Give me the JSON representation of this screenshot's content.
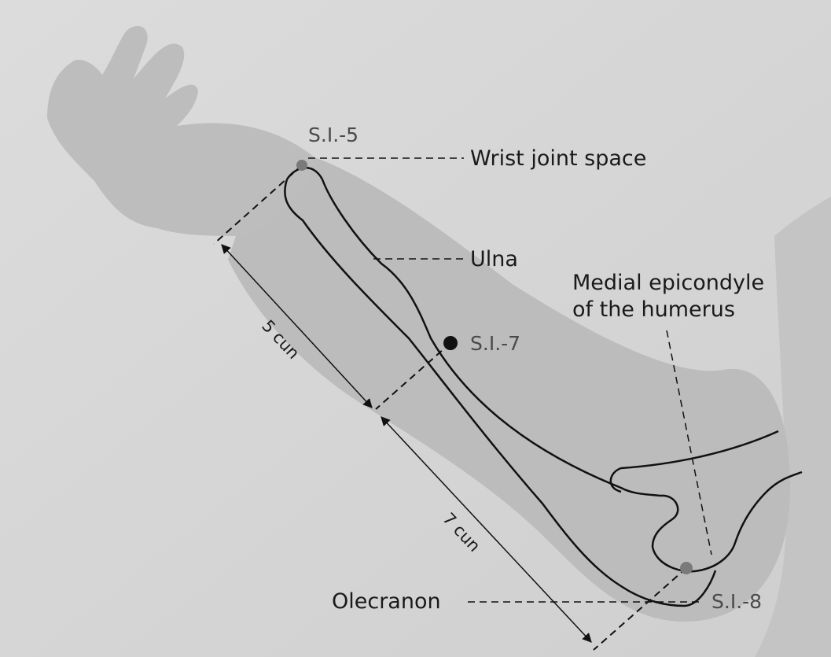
{
  "labels": {
    "wrist_joint_space": "Wrist joint space",
    "ulna": "Ulna",
    "medial_epicondyle_line1": "Medial epicondyle",
    "medial_epicondyle_line2": "of the humerus",
    "olecranon": "Olecranon"
  },
  "points": {
    "si5": "S.I.-5",
    "si7": "S.I.-7",
    "si8": "S.I.-8"
  },
  "measurements": {
    "upper": "5 cun",
    "lower": "7 cun"
  },
  "colors": {
    "background": "#d6d6d6",
    "skin": "#b9b9b9",
    "outline": "#111111",
    "grey_point": "#7a7a7a",
    "black_point": "#111111"
  }
}
